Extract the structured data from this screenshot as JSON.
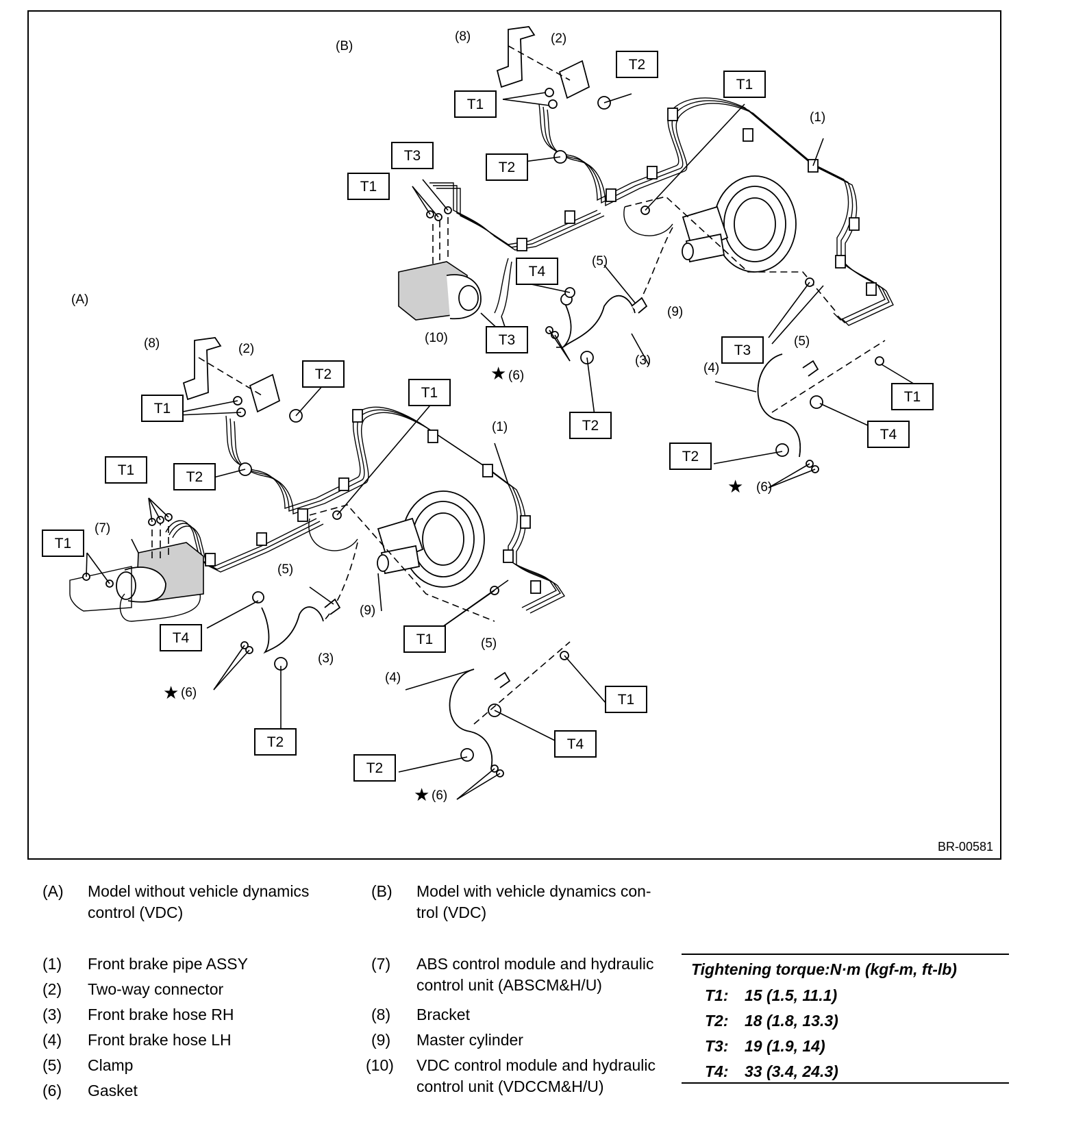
{
  "figure": {
    "id": "BR-00581",
    "panel_a": "(A)",
    "panel_b": "(B)",
    "callouts": {
      "c1": "(1)",
      "c2": "(2)",
      "c3": "(3)",
      "c4": "(4)",
      "c5": "(5)",
      "c6": "(6)",
      "c7": "(7)",
      "c8": "(8)",
      "c9": "(9)",
      "c10": "(10)"
    },
    "torque_labels": {
      "t1": "T1",
      "t2": "T2",
      "t3": "T3",
      "t4": "T4"
    },
    "star": "★"
  },
  "panels_legend": [
    {
      "code": "(A)",
      "text_lines": [
        "Model without vehicle dynamics",
        "control (VDC)"
      ]
    },
    {
      "code": "(B)",
      "text_lines": [
        "Model with vehicle dynamics con-",
        "trol (VDC)"
      ]
    }
  ],
  "parts_legend": [
    {
      "code": "(1)",
      "text_lines": [
        "Front brake pipe ASSY"
      ]
    },
    {
      "code": "(2)",
      "text_lines": [
        "Two-way connector"
      ]
    },
    {
      "code": "(3)",
      "text_lines": [
        "Front brake hose RH"
      ]
    },
    {
      "code": "(4)",
      "text_lines": [
        "Front brake hose LH"
      ]
    },
    {
      "code": "(5)",
      "text_lines": [
        "Clamp"
      ]
    },
    {
      "code": "(6)",
      "text_lines": [
        "Gasket"
      ]
    },
    {
      "code": "(7)",
      "text_lines": [
        "ABS control module and hydraulic",
        "control unit (ABSCM&H/U)"
      ]
    },
    {
      "code": "(8)",
      "text_lines": [
        "Bracket"
      ]
    },
    {
      "code": "(9)",
      "text_lines": [
        "Master cylinder"
      ]
    },
    {
      "code": "(10)",
      "text_lines": [
        "VDC control module and hydraulic",
        "control unit (VDCCM&H/U)"
      ]
    }
  ],
  "torque": {
    "heading": "Tightening torque:N·m (kgf-m, ft-lb)",
    "rows": [
      {
        "key": "T1:",
        "value": "15 (1.5, 11.1)"
      },
      {
        "key": "T2:",
        "value": "18 (1.8, 13.3)"
      },
      {
        "key": "T3:",
        "value": "19 (1.9, 14)"
      },
      {
        "key": "T4:",
        "value": "33 (3.4, 24.3)"
      }
    ]
  }
}
